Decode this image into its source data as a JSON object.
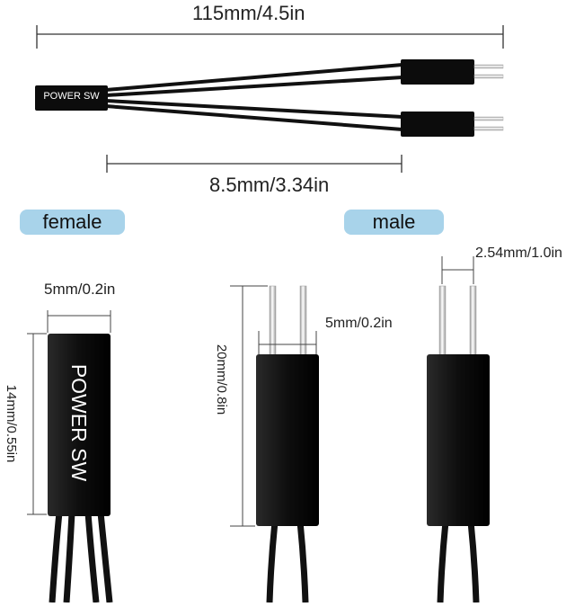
{
  "top": {
    "total_length": "115mm/4.5in",
    "split_length": "8.5mm/3.34in",
    "connector_label": "POWER SW"
  },
  "female": {
    "tag": "female",
    "width": "5mm/0.2in",
    "height": "14mm/0.55in",
    "connector_label": "POWER SW"
  },
  "male": {
    "tag": "male",
    "pitch": "2.54mm/1.0in",
    "pin_width": "5mm/0.2in",
    "height": "20mm/0.8in"
  },
  "colors": {
    "cable": "#111111",
    "pill": "#a8d3ea",
    "pin": "#e8e8e8"
  }
}
